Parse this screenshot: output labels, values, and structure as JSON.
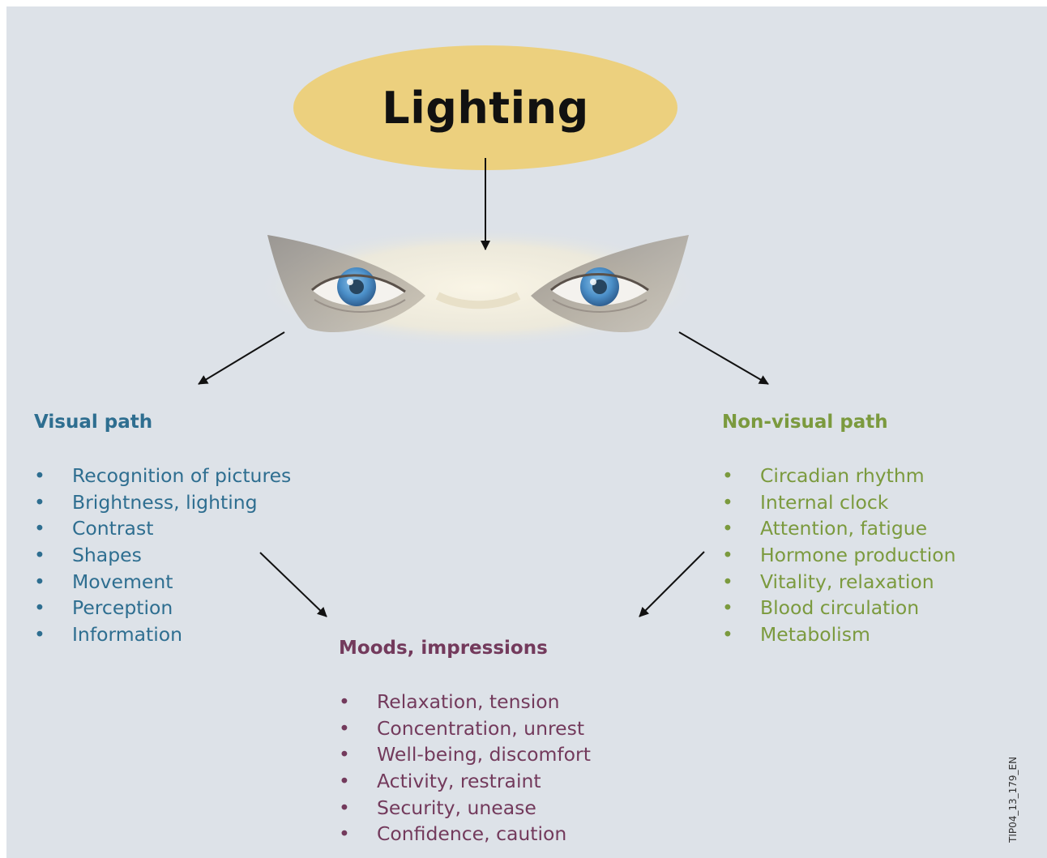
{
  "title": "Lighting",
  "visual_path": {
    "heading": "Visual path",
    "items": [
      "Recognition of pictures",
      "Brightness, lighting",
      "Contrast",
      "Shapes",
      "Movement",
      "Perception",
      "Information"
    ]
  },
  "non_visual_path": {
    "heading": "Non-visual path",
    "items": [
      "Circadian rhythm",
      "Internal clock",
      "Attention, fatigue",
      "Hormone production",
      "Vitality, relaxation",
      "Blood circulation",
      "Metabolism"
    ]
  },
  "moods": {
    "heading": "Moods, impressions",
    "items": [
      "Relaxation, tension",
      "Concentration, unrest",
      "Well-being, discomfort",
      "Activity, restraint",
      "Security, unease",
      "Confidence, caution"
    ]
  },
  "figure_code": "TIP04_13_179_EN",
  "colors": {
    "background": "#dde2e8",
    "oval": "#ecd07e",
    "visual": "#2e6e90",
    "non_visual": "#7b9a3e",
    "moods": "#733a5c"
  },
  "icons": [
    "eyes-illustration"
  ]
}
